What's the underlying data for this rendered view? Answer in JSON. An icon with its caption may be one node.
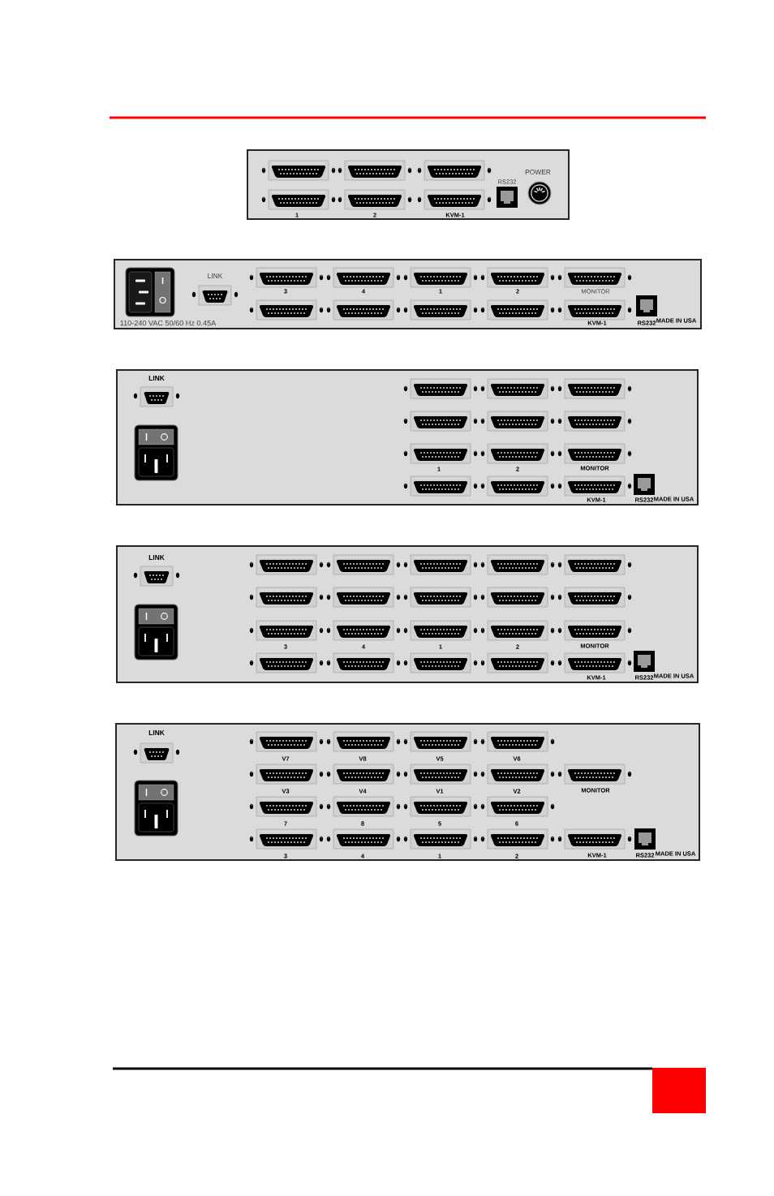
{
  "diagram": {
    "labels": [
      "POWER",
      "RS232",
      "1",
      "2",
      "KVM-1",
      "LINK",
      "3",
      "4",
      "1",
      "2",
      "MONITOR",
      "110-240 VAC 50/60 Hz 0.45A",
      "KVM-1",
      "RS232",
      "MADE IN USA",
      "LINK",
      "1",
      "2",
      "MONITOR",
      "KVM-1",
      "RS232",
      "MADE IN USA",
      "LINK",
      "3",
      "4",
      "1",
      "2",
      "MONITOR",
      "KVM-1",
      "RS232",
      "MADE IN USA",
      "LINK",
      "V7",
      "V8",
      "V5",
      "V6",
      "V3",
      "V4",
      "V1",
      "V2",
      "MONITOR",
      "7",
      "8",
      "5",
      "6",
      "3",
      "4",
      "1",
      "2",
      "KVM-1",
      "RS232",
      "MADE IN USA"
    ]
  }
}
